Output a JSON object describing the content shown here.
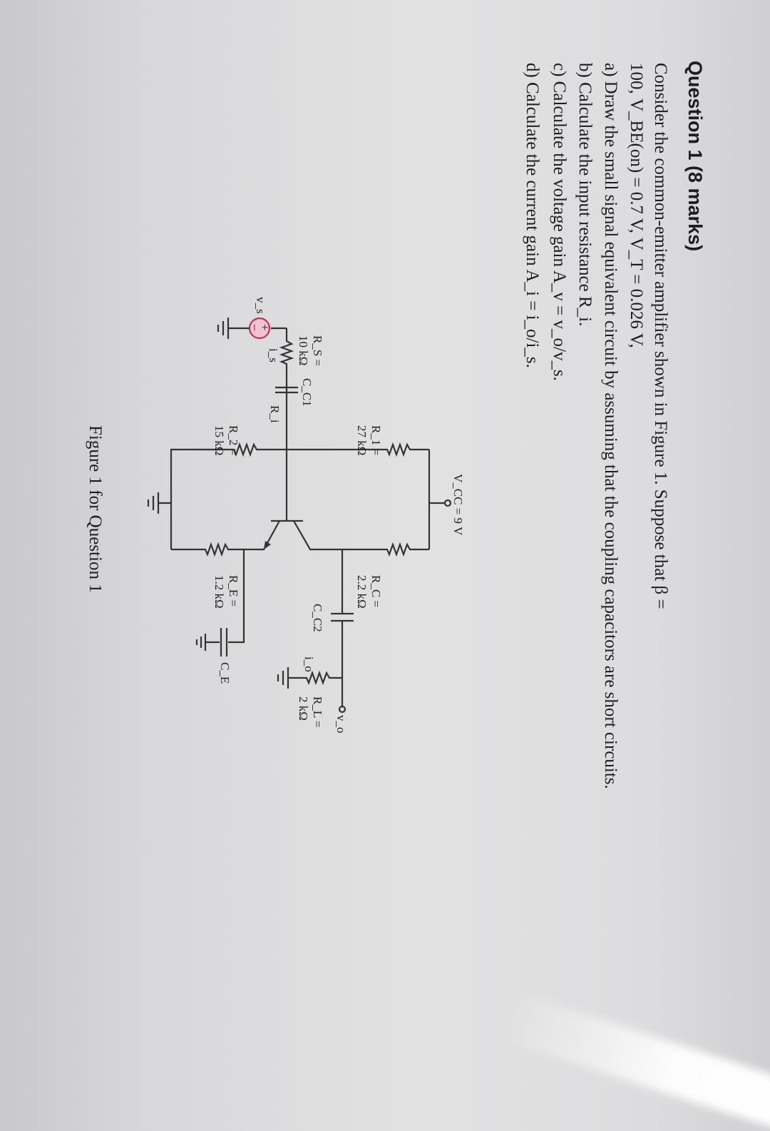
{
  "question": {
    "heading": "Question 1 (8 marks)",
    "intro": "Consider the common-emitter amplifier shown in Figure 1. Suppose that β = 100, V_BE(on) = 0.7 V, V_T = 0.026 V,",
    "parts": [
      {
        "label": "a)",
        "text": "Draw the small signal equivalent circuit by assuming that the coupling capacitors are short circuits."
      },
      {
        "label": "b)",
        "text": "Calculate the input resistance R_i."
      },
      {
        "label": "c)",
        "text": "Calculate the voltage gain A_v = v_o/v_s."
      },
      {
        "label": "d)",
        "text": "Calculate the current gain A_i = i_o/i_s."
      }
    ]
  },
  "figure": {
    "caption": "Figure 1 for Question 1",
    "vcc": "V_CC = 9 V",
    "rs": {
      "name": "R_S =",
      "value": "10 kΩ"
    },
    "cc1": "C_C1",
    "r1": {
      "name": "R_1 =",
      "value": "27 kΩ"
    },
    "r2": {
      "name": "R_2 =",
      "value": "15 kΩ"
    },
    "rc": {
      "name": "R_C =",
      "value": "2.2 kΩ"
    },
    "re": {
      "name": "R_E =",
      "value": "1.2 kΩ"
    },
    "rl": {
      "name": "R_L =",
      "value": "2 kΩ"
    },
    "cc2": "C_C2",
    "ce": "C_E",
    "vs": "v_s",
    "is": "i_s",
    "ri": "R_i",
    "io": "i_o",
    "vo": "v_o",
    "plus": "+",
    "minus": "–"
  }
}
